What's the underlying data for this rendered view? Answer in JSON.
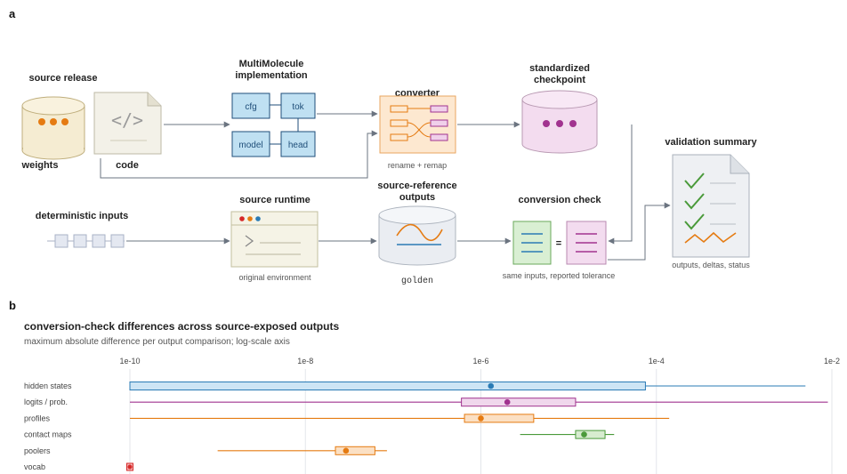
{
  "panel_a": {
    "label": "a",
    "source_release": "source release",
    "weights": "weights",
    "code": "code",
    "impl_title_1": "MultiMolecule",
    "impl_title_2": "implementation",
    "modules": [
      "cfg",
      "tok",
      "model",
      "head"
    ],
    "converter": "converter",
    "converter_caption": "rename + remap",
    "std_1": "standardized",
    "std_2": "checkpoint",
    "validation": "validation summary",
    "validation_caption": "outputs, deltas, status",
    "det_inputs": "deterministic inputs",
    "source_runtime": "source runtime",
    "runtime_caption": "original environment",
    "ref_1": "source-reference",
    "ref_2": "outputs",
    "golden": "golden",
    "conv_check": "conversion check",
    "conv_caption": "same inputs, reported tolerance",
    "equals": "="
  },
  "panel_b": {
    "label": "b",
    "title": "conversion-check differences across source-exposed outputs",
    "subtitle": "maximum absolute difference per output comparison; log-scale axis"
  },
  "chart_data": {
    "type": "box",
    "title": "conversion-check differences across source-exposed outputs",
    "subtitle": "maximum absolute difference per output comparison; log-scale axis",
    "xscale": "log",
    "xlim": [
      1e-10,
      0.01
    ],
    "xticks": [
      "1e-10",
      "1e-8",
      "1e-6",
      "1e-4",
      "1e-2"
    ],
    "grid": true,
    "rows": [
      {
        "name": "hidden states",
        "color": "#2a7bb5",
        "fill": "#cde5f5",
        "min": 1e-10,
        "q1": 1e-10,
        "median": 1.3e-06,
        "q3": 7.5e-05,
        "max": 0.005
      },
      {
        "name": "logits / prob.",
        "color": "#a1338f",
        "fill": "#f0d7ec",
        "min": 1e-10,
        "q1": 6e-07,
        "median": 2e-06,
        "q3": 1.2e-05,
        "max": 0.009
      },
      {
        "name": "profiles",
        "color": "#e57b12",
        "fill": "#fbe0c4",
        "min": 1e-10,
        "q1": 6.5e-07,
        "median": 1e-06,
        "q3": 4e-06,
        "max": 0.00014
      },
      {
        "name": "contact maps",
        "color": "#4a9a3a",
        "fill": "#d7ecd0",
        "min": 2.8e-06,
        "q1": 1.2e-05,
        "median": 1.5e-05,
        "q3": 2.6e-05,
        "max": 3.3e-05
      },
      {
        "name": "poolers",
        "color": "#e57b12",
        "fill": "#fbe0c4",
        "min": 1e-09,
        "q1": 2.2e-08,
        "median": 2.9e-08,
        "q3": 6.2e-08,
        "max": 8.5e-08
      },
      {
        "name": "vocab",
        "color": "#d62828",
        "fill": "#f4b9b9",
        "min": 1e-10,
        "q1": 1e-10,
        "median": 1e-10,
        "q3": 1e-10,
        "max": 1e-10
      }
    ]
  }
}
